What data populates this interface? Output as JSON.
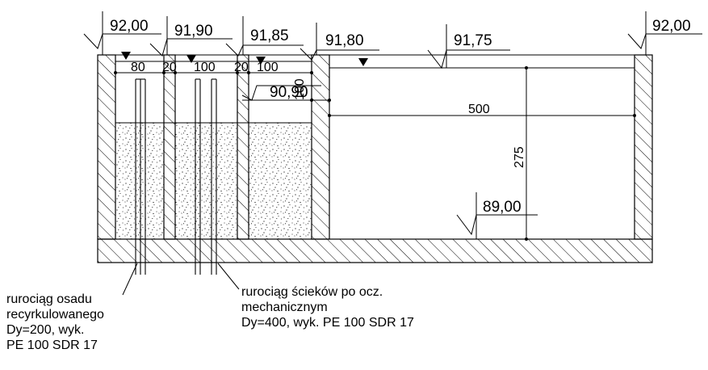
{
  "levels": {
    "left_wall": "92,00",
    "chamber1": "91,90",
    "chamber2": "91,85",
    "chamber3": "91,80",
    "tank_water": "91,75",
    "right_wall": "92,00",
    "inner_weir": "90,90",
    "tank_bottom": "89,00"
  },
  "dimensions": {
    "chamber1_width": "80",
    "wall1": "20",
    "chamber2_width": "100",
    "wall2": "20",
    "chamber3_width": "100",
    "weir_drop": "100",
    "tank_width": "500",
    "tank_depth": "275"
  },
  "annotations": {
    "left_pipe": "rurociąg osadu\nrecyrkulowanego\nDy=200, wyk.\nPE 100 SDR 17",
    "right_pipe": "rurociąg ścieków po ocz.\nmechanicznym\nDy=400, wyk. PE 100 SDR 17"
  },
  "colors": {
    "line": "#000000",
    "background": "#ffffff"
  }
}
